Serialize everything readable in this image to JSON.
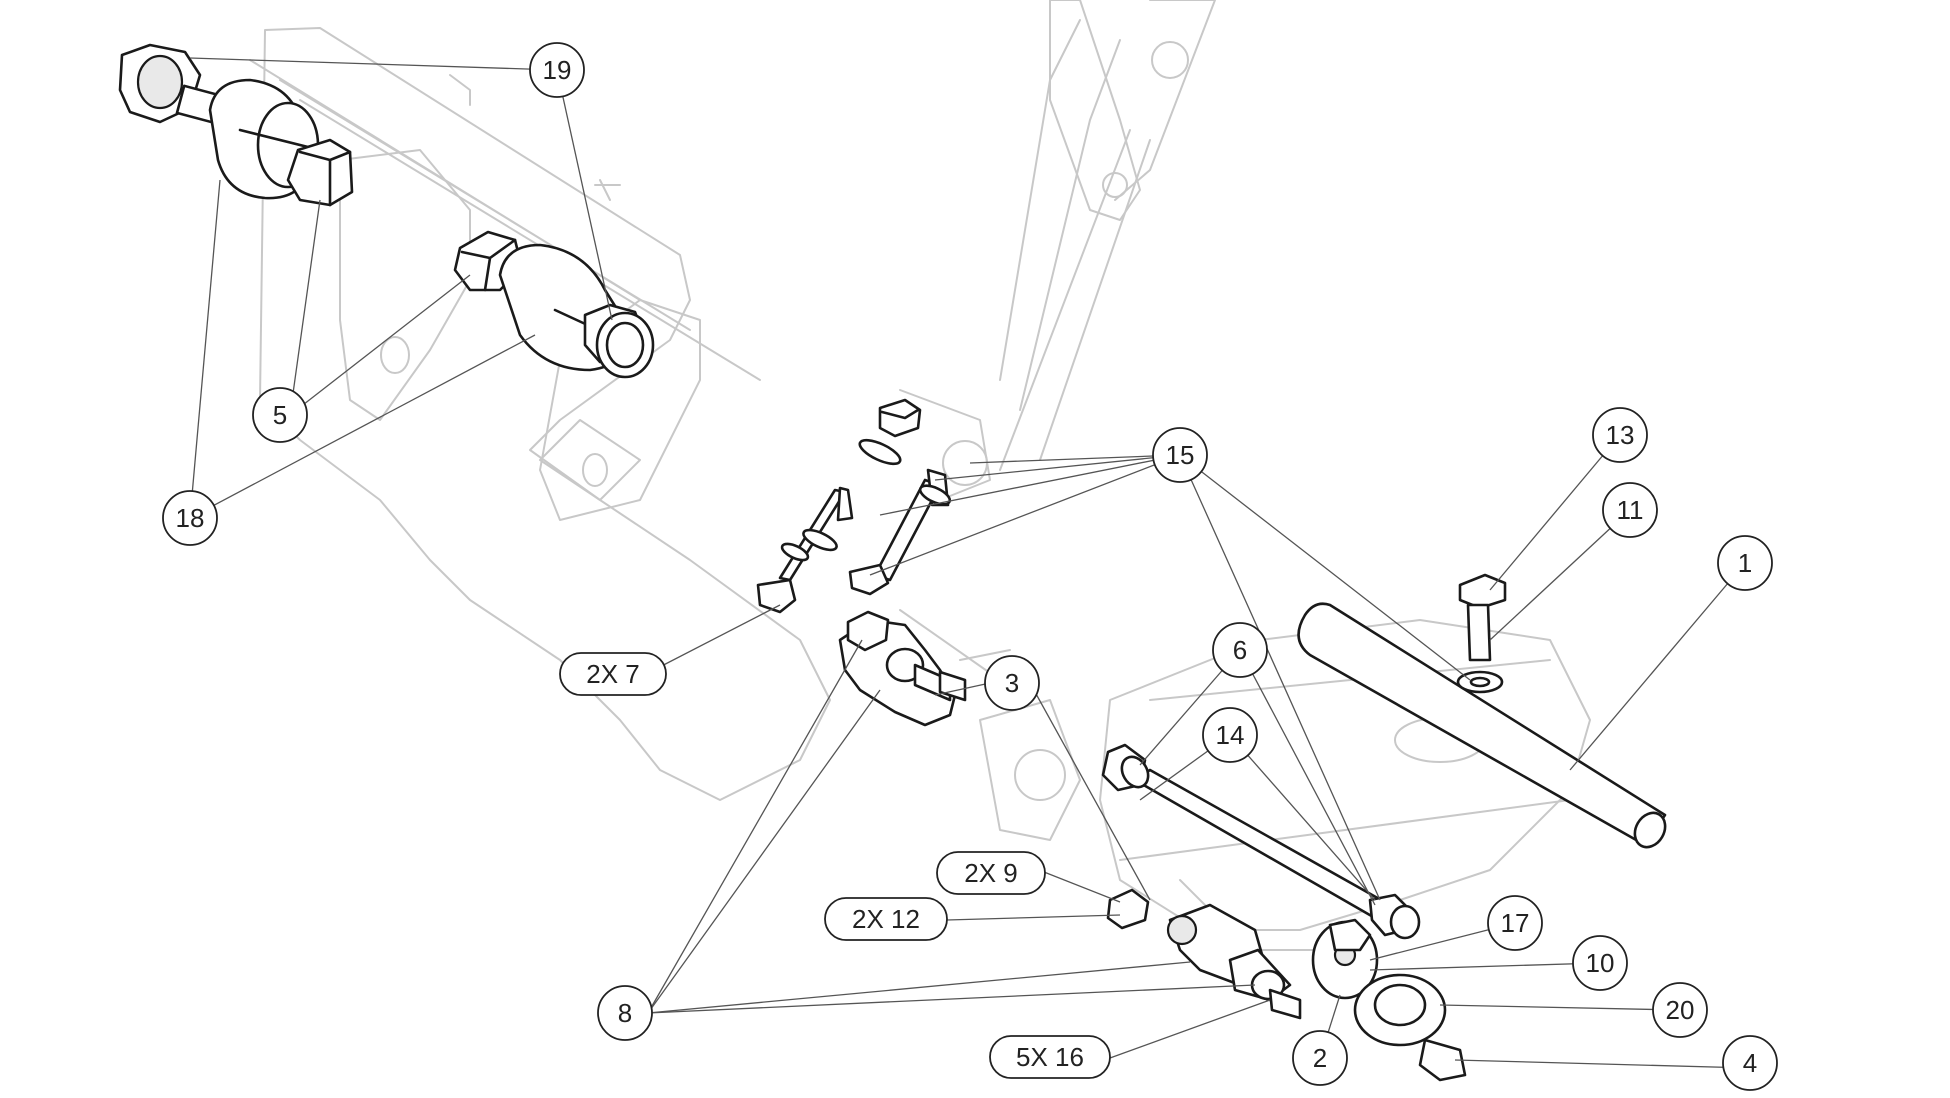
{
  "callouts": [
    {
      "id": "c19",
      "text": "19"
    },
    {
      "id": "c5",
      "text": "5"
    },
    {
      "id": "c18",
      "text": "18"
    },
    {
      "id": "c15",
      "text": "15"
    },
    {
      "id": "c13",
      "text": "13"
    },
    {
      "id": "c11",
      "text": "11"
    },
    {
      "id": "c1",
      "text": "1"
    },
    {
      "id": "c3",
      "text": "3"
    },
    {
      "id": "c6",
      "text": "6"
    },
    {
      "id": "c14",
      "text": "14"
    },
    {
      "id": "c17",
      "text": "17"
    },
    {
      "id": "c10",
      "text": "10"
    },
    {
      "id": "c20",
      "text": "20"
    },
    {
      "id": "c2",
      "text": "2"
    },
    {
      "id": "c4",
      "text": "4"
    },
    {
      "id": "c8",
      "text": "8"
    }
  ],
  "pill_callouts": [
    {
      "id": "p7",
      "text": "2X 7"
    },
    {
      "id": "p9",
      "text": "2X 9"
    },
    {
      "id": "p12",
      "text": "2X 12"
    },
    {
      "id": "p16",
      "text": "5X 16"
    }
  ]
}
